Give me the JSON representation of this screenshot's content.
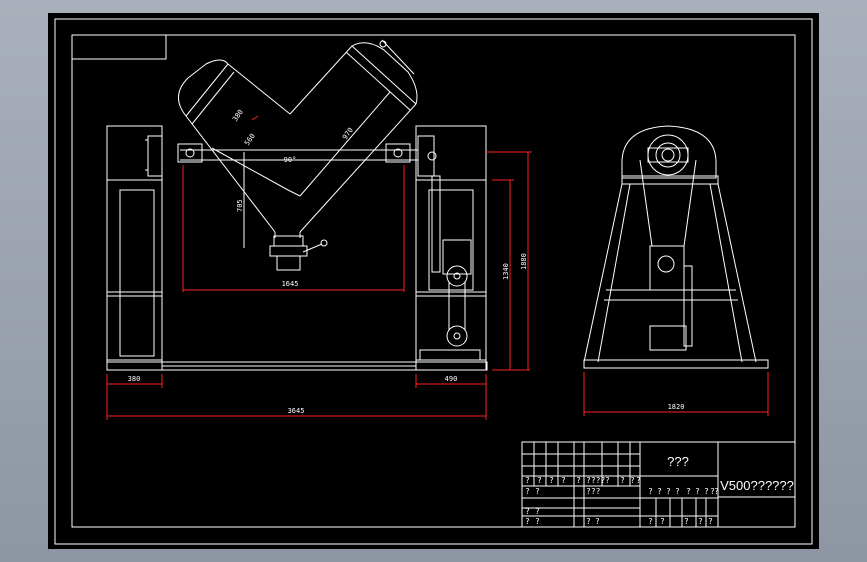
{
  "drawing": {
    "title_block": {
      "center_text": "???",
      "drawing_title": "V500??????",
      "row1_cells": [
        "?",
        "?",
        "?",
        "?",
        "?",
        "????",
        "?",
        "?",
        "?",
        "?"
      ],
      "row2_cells": [
        "?",
        "?",
        "???"
      ],
      "row2_right": [
        "?",
        "?",
        "?",
        "?",
        "?",
        "?",
        "?",
        "?",
        "?"
      ],
      "row3_left": [
        "?",
        "?"
      ],
      "row3_right": [
        "?",
        "?",
        "?",
        "?",
        "?"
      ],
      "row4_left": [
        "?",
        "?",
        "?",
        "?"
      ]
    },
    "dimensions": {
      "hopper_diag_1": "380",
      "hopper_diag_2": "970",
      "hopper_inner": "560",
      "angle": "90°",
      "outlet_height": "705",
      "frame_width": "1645",
      "left_post": "380",
      "right_post": "490",
      "total_length": "3645",
      "height_1": "1340",
      "height_2": "1880",
      "side_width": "1820"
    }
  }
}
